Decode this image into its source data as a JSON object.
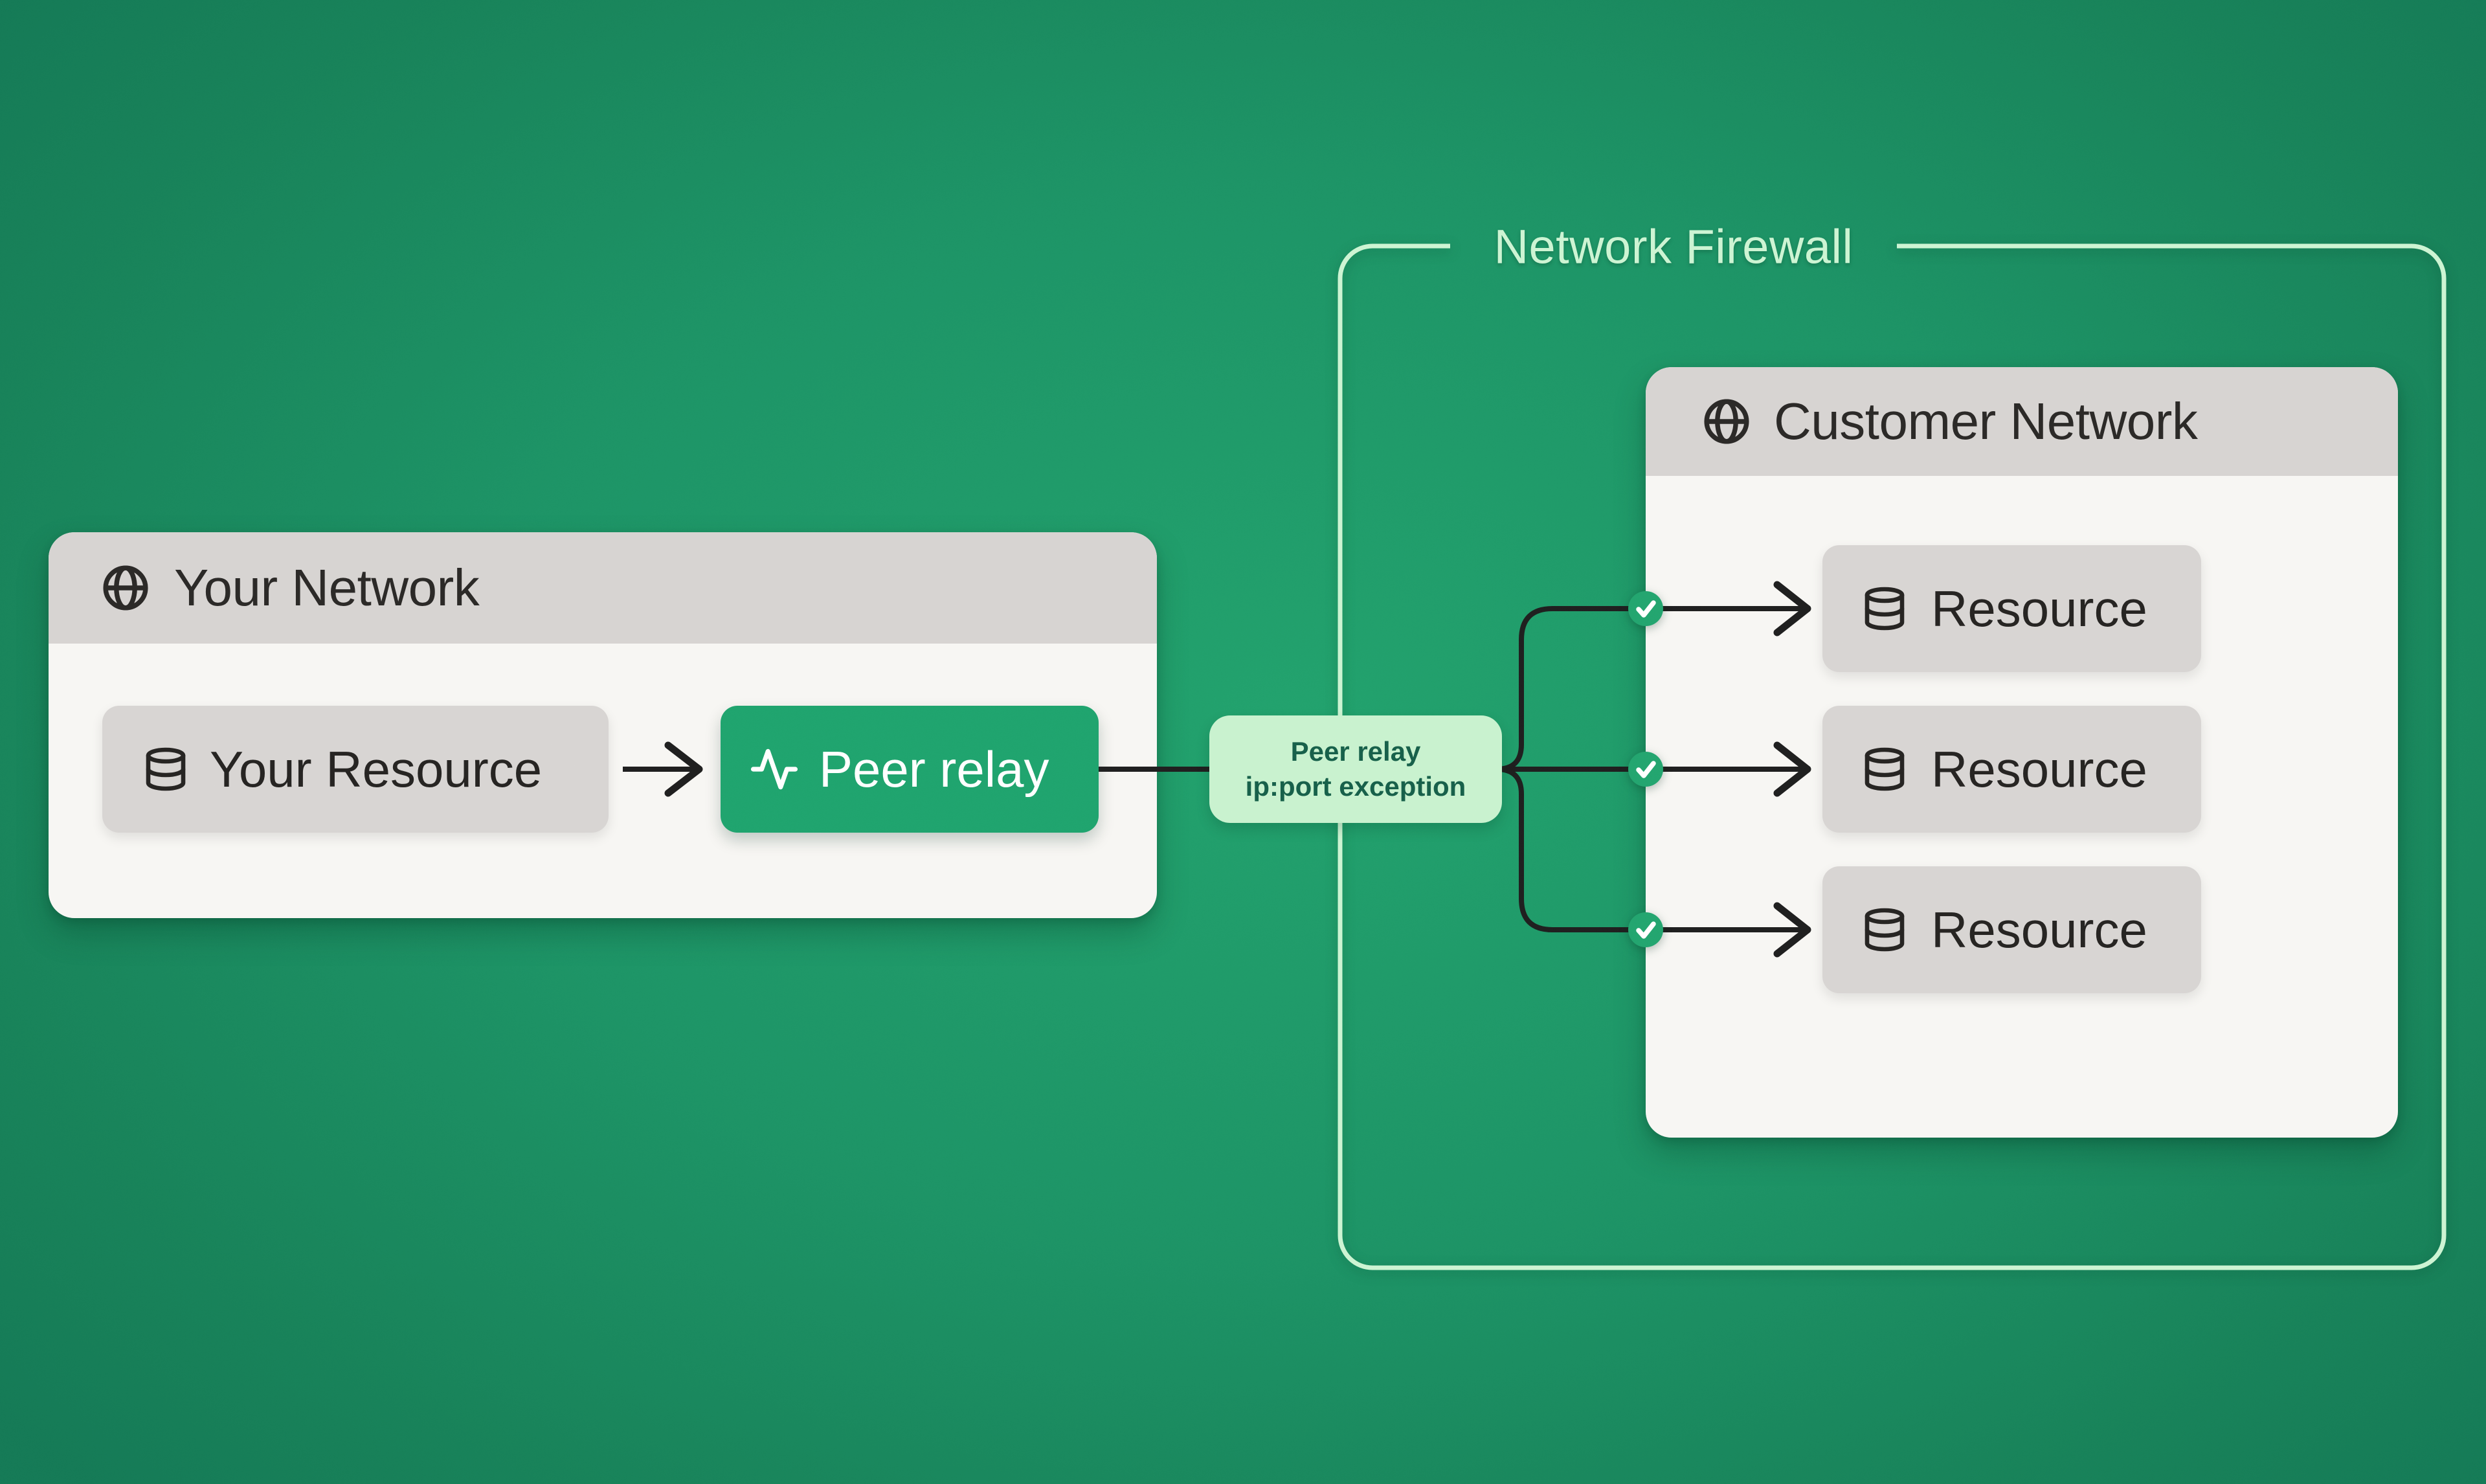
{
  "firewall": {
    "label": "Network Firewall"
  },
  "your_network": {
    "title": "Your Network",
    "resource": {
      "label": "Your Resource"
    },
    "relay": {
      "label": "Peer relay"
    }
  },
  "exception_badge": {
    "line1": "Peer relay",
    "line2": "ip:port exception"
  },
  "customer_network": {
    "title": "Customer Network",
    "resources": [
      {
        "label": "Resource"
      },
      {
        "label": "Resource"
      },
      {
        "label": "Resource"
      }
    ]
  },
  "icons": {
    "network": "globe-icon",
    "resource": "database-icon",
    "relay": "activity-pulse-icon",
    "allowed": "check-circle-icon"
  },
  "colors": {
    "background_center": "#22a26d",
    "background_edge": "#157a56",
    "card_body": "#f7f6f3",
    "card_header": "#d7d4d2",
    "node_gray": "#d8d5d3",
    "relay_green": "#1fa46e",
    "badge_bg": "#c9f2cf",
    "badge_text": "#17604a",
    "firewall_border": "#cdf4d3",
    "connector_black": "#1f1f1f",
    "check_circle_green": "#23a56f",
    "text_dark": "#2b2927"
  }
}
